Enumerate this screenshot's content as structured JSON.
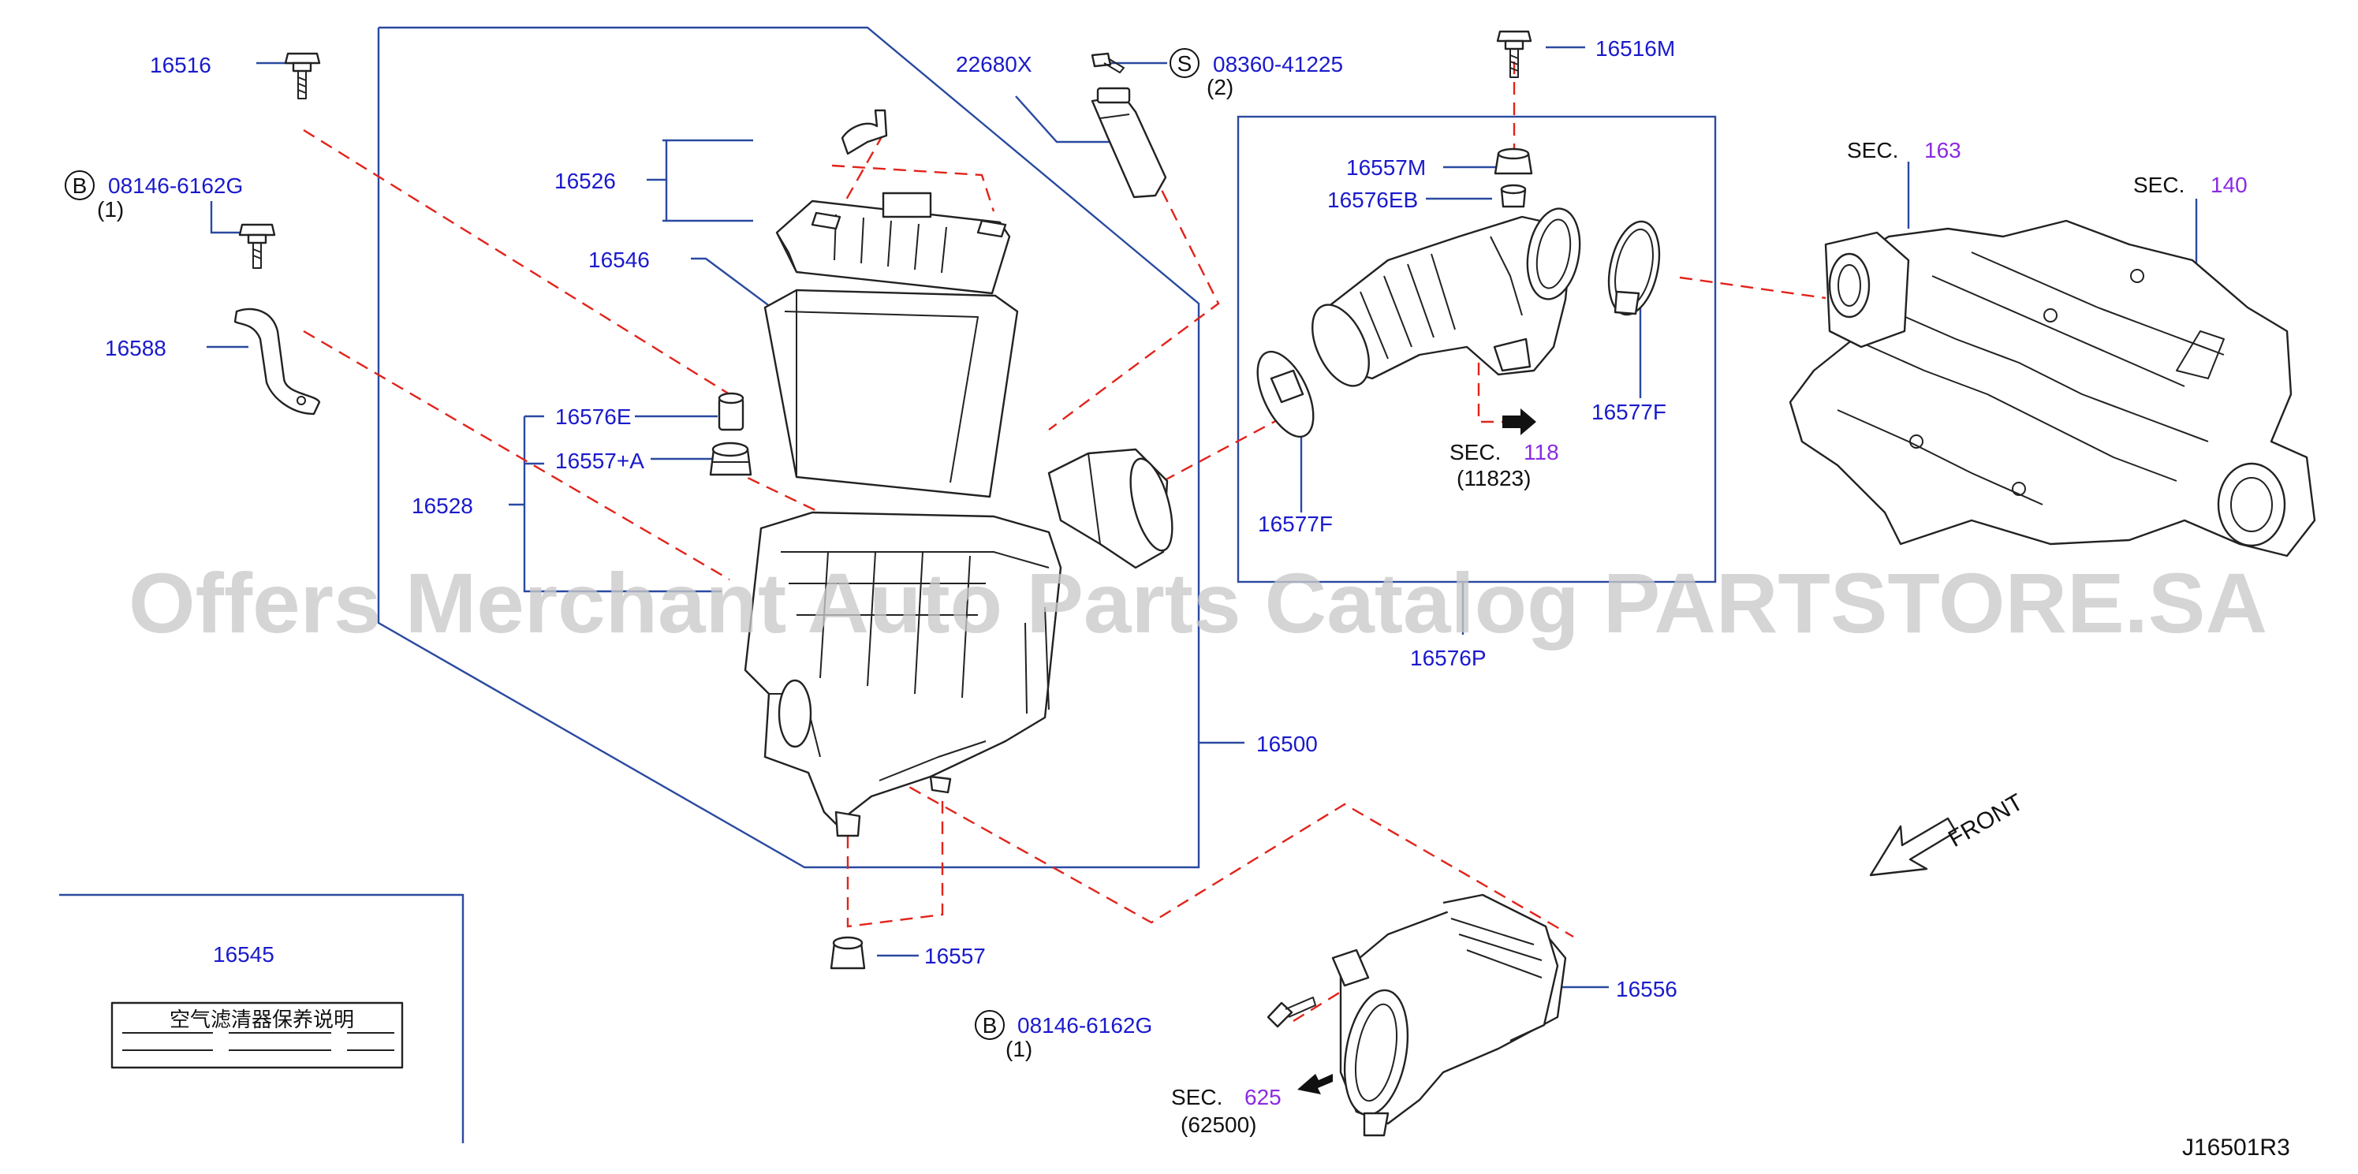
{
  "diagram": {
    "callouts": {
      "p16516": "16516",
      "p08146_top": "08146-6162G",
      "p08146_top_qty": "(1)",
      "p16588": "16588",
      "p16526": "16526",
      "p16546": "16546",
      "p16576E": "16576E",
      "p16557A": "16557+A",
      "p16528": "16528",
      "p22680X": "22680X",
      "p08360": "08360-41225",
      "p08360_qty": "(2)",
      "p16516M": "16516M",
      "p16557M": "16557M",
      "p16576EB": "16576EB",
      "p16577F_right": "16577F",
      "p16577F_left": "16577F",
      "sec118_prefix": "SEC.",
      "sec118_num": "118",
      "sec118_sub": "(11823)",
      "p16576P": "16576P",
      "sec163_prefix": "SEC.",
      "sec163_num": "163",
      "sec140_prefix": "SEC.",
      "sec140_num": "140",
      "p16500": "16500",
      "p16545": "16545",
      "label_text": "空气滤清器保养说明",
      "p16557": "16557",
      "p08146_bot": "08146-6162G",
      "p08146_bot_qty": "(1)",
      "p16556": "16556",
      "sec625_prefix": "SEC.",
      "sec625_num": "625",
      "sec625_sub": "(62500)",
      "front": "FRONT",
      "diagram_code": "J16501R3",
      "badge_b": "B",
      "badge_s": "S"
    },
    "watermark": "Offers Merchant Auto Parts Catalog PARTSTORE.SA",
    "colors": {
      "part_number": "#1a1acc",
      "section_number": "#8a2be2",
      "text": "#111111",
      "assembly_line": "#2a4aa0",
      "dashed_line": "#e2231a",
      "watermark": "#c9c9c9"
    }
  }
}
